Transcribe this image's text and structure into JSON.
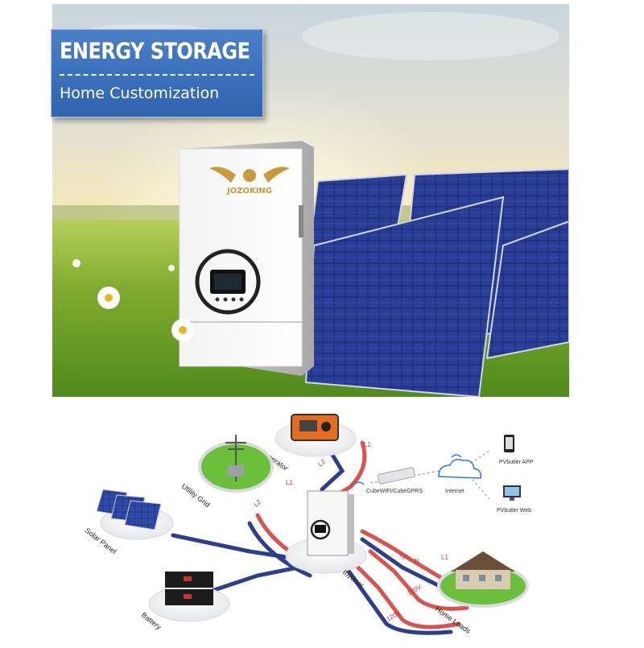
{
  "banner": {
    "title": "ENERGY STORAGE",
    "subtitle": "Home Customization"
  },
  "product": {
    "brand": "JOZOKING"
  },
  "diagram": {
    "labels": {
      "generator": "Generator",
      "utility_grid": "Utility Grid",
      "solar_panel": "Solar Panel",
      "battery": "Battery",
      "inverter": "Inverter",
      "home_loads": "Home Loads",
      "wifi_module": "CubeWIFI/CubeGPRS",
      "internet": "Internet",
      "app": "PVbutler APP",
      "web": "PVbutler Web"
    },
    "wire_labels": {
      "gen_l1": "L1",
      "gen_l2": "L2",
      "grid_l1": "L1",
      "grid_l2": "L2",
      "load_l1": "L1",
      "load_l2": "L2",
      "load_n": "N",
      "volt_a": "120V",
      "volt_b": "120V"
    },
    "colors": {
      "red_wire": "#d9534f",
      "blue_wire": "#2b3f8f"
    }
  }
}
